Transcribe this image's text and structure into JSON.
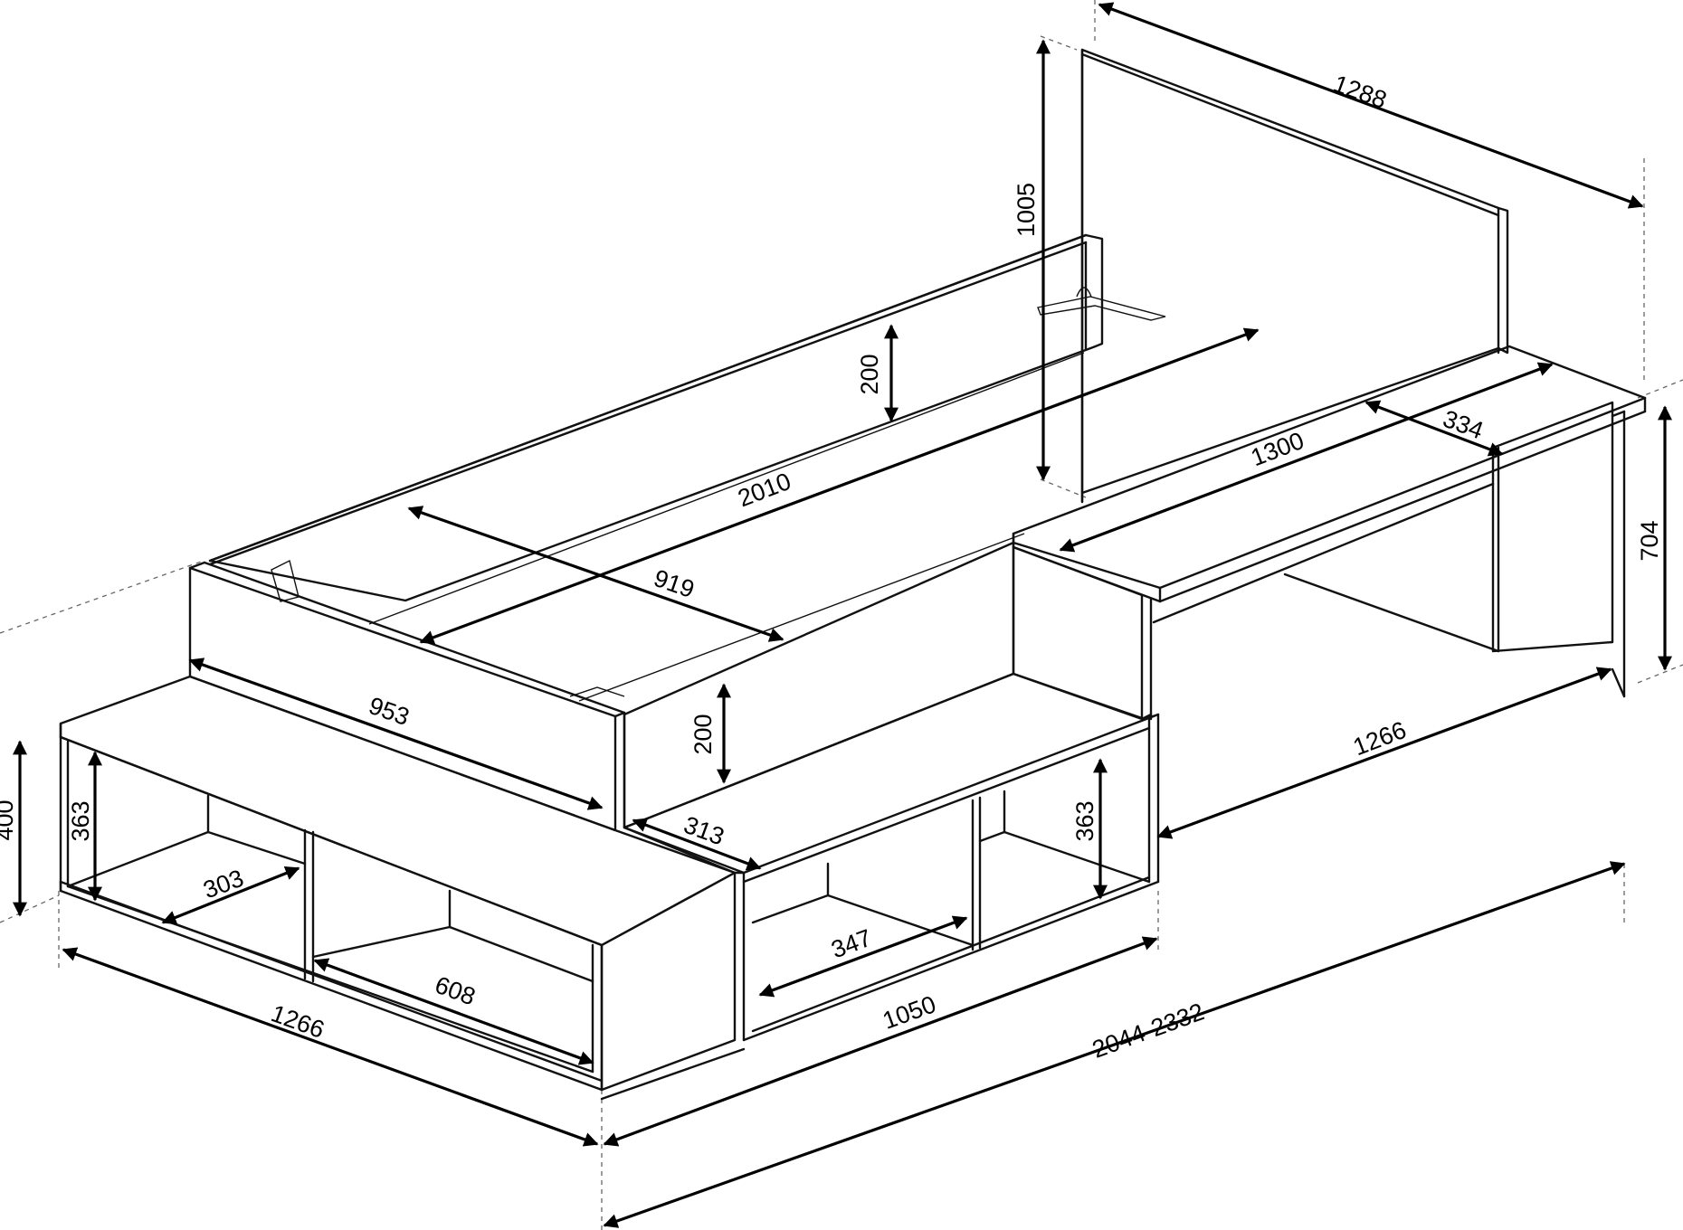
{
  "dimensions": {
    "headboard_width": "1288",
    "headboard_height": "1005",
    "side_panel_height_back": "200",
    "bed_length": "2010",
    "mattress_width": "919",
    "front_top_width": "953",
    "side_panel_height_front": "200",
    "desk_length": "1300",
    "desk_depth": "334",
    "desk_height": "704",
    "desk_length_bottom": "1266",
    "front_height": "400",
    "front_shelf_height": "363",
    "front_shelf_depth": "303",
    "front_width": "1266",
    "front_shelf_width": "608",
    "step_depth": "313",
    "side_shelf_width": "347",
    "side_shelf_height": "363",
    "side_length": "1050",
    "total_length": "2044-2332"
  },
  "colors": {
    "line": "#111111",
    "background": "#ffffff"
  }
}
